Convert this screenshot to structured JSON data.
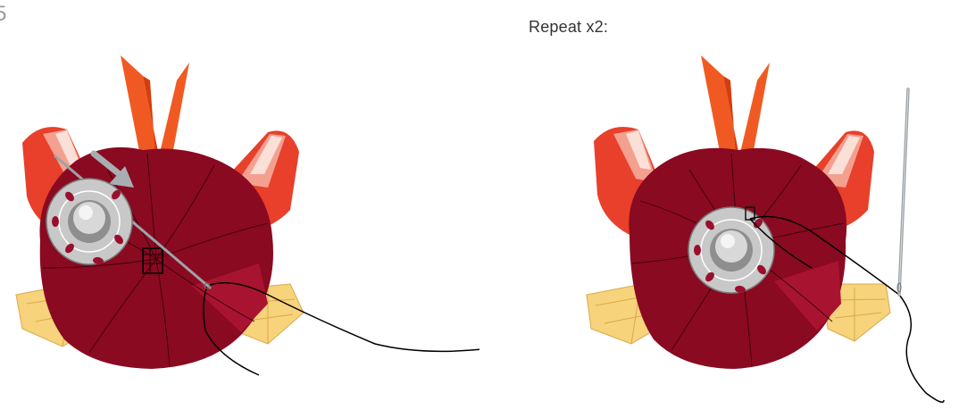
{
  "step_number": "5",
  "repeat_label": "Repeat x2:",
  "colors": {
    "body": "#8a0a21",
    "body_dark": "#5c0014",
    "body_highlight": "#a8142f",
    "feather_orange": "#f05a22",
    "feather_dark": "#d43d0e",
    "wing_red": "#e8402a",
    "wing_light": "#f4a090",
    "wing_pale": "#fbe0d8",
    "foot_yellow": "#f7d37c",
    "foot_line": "#d9a94a",
    "button_silver": "#c8c8c8",
    "button_dark": "#6f6f6f",
    "button_hole": "#9a0f2e",
    "arrow_gray": "#a8aeb2",
    "thread": "#000000",
    "needle": "#9ea3a7"
  },
  "panels": [
    {
      "name": "left-panel-attach-button",
      "icon": "arrow-icon"
    },
    {
      "name": "right-panel-repeat",
      "icon": "needle-icon"
    }
  ]
}
